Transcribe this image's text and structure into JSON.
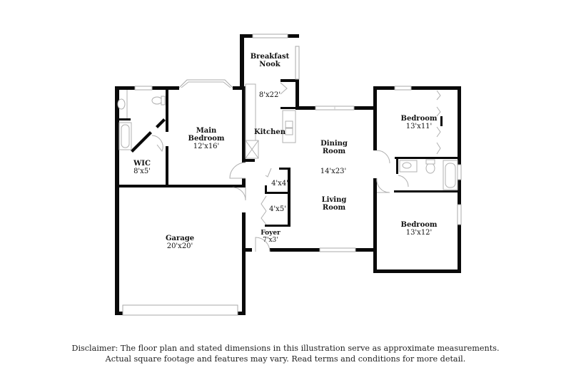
{
  "floorplan": {
    "rooms": [
      {
        "id": "breakfast-nook",
        "name": "Breakfast\nNook",
        "name_line1": "Breakfast",
        "name_line2": "Nook",
        "dims": ""
      },
      {
        "id": "kitchen",
        "name": "Kitchen",
        "dims": "8'x22'"
      },
      {
        "id": "main-bedroom",
        "name_line1": "Main",
        "name_line2": "Bedroom",
        "dims": "12'x16'"
      },
      {
        "id": "wic",
        "name_line1": "WIC",
        "dims": "8'x5'"
      },
      {
        "id": "dining-room",
        "name_line1": "Dining",
        "name_line2": "Room",
        "dims": "14'x23'"
      },
      {
        "id": "living-room",
        "name_line1": "Living",
        "name_line2": "Room"
      },
      {
        "id": "closet-1",
        "dims": "4'x4'"
      },
      {
        "id": "closet-2",
        "dims": "4'x5'"
      },
      {
        "id": "foyer",
        "name_line1": "Foyer",
        "dims": "7'x3'"
      },
      {
        "id": "bedroom-1",
        "name_line1": "Bedroom",
        "dims": "13'x11'"
      },
      {
        "id": "bedroom-2",
        "name_line1": "Bedroom",
        "dims": "13'x12'"
      },
      {
        "id": "garage",
        "name_line1": "Garage",
        "dims": "20'x20'"
      }
    ]
  },
  "disclaimer": {
    "line1": "Disclaimer: The floor plan and stated dimensions in this illustration serve as approximate measurements.",
    "line2": "Actual square footage and features may vary. Read terms and conditions for more detail."
  },
  "colors": {
    "wall": "#0a0a0a",
    "fixture": "#b0b0b0",
    "background": "#ffffff"
  }
}
